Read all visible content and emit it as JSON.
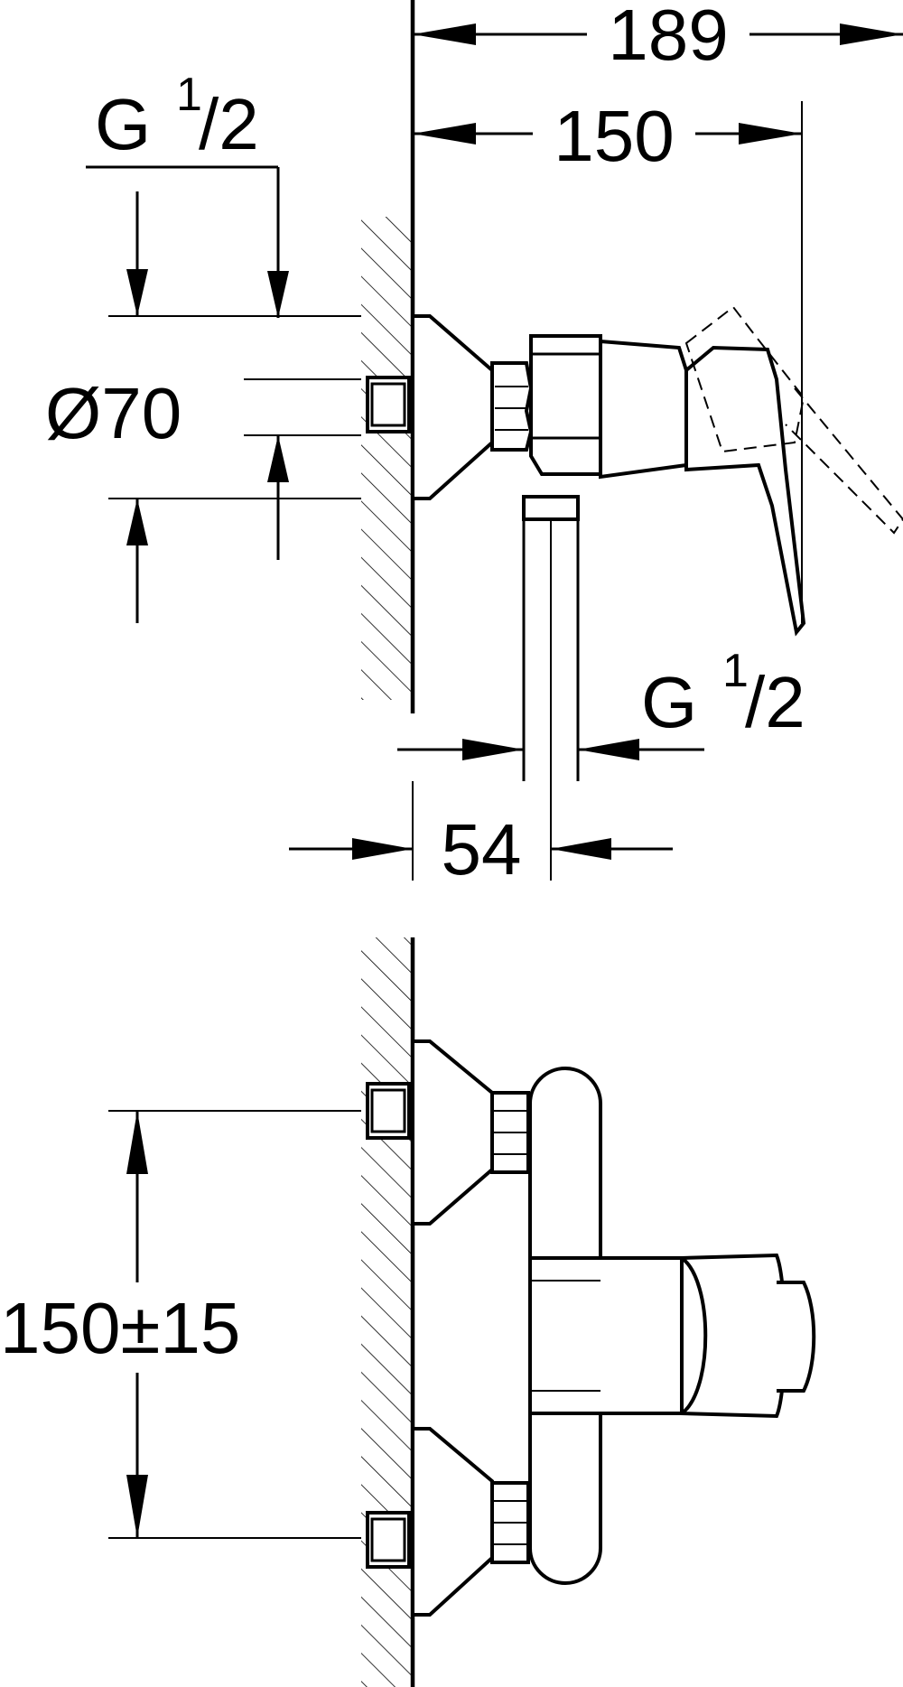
{
  "drawing": {
    "dimensions": {
      "overall_depth": "189",
      "body_depth": "150",
      "wall_to_outlet": "54",
      "inlet_spacing": "150±15",
      "flange_diameter": "Ø70"
    },
    "threads": {
      "inlet": {
        "prefix": "G",
        "numerator": "1",
        "denominator": "/2"
      },
      "outlet": {
        "prefix": "G",
        "numerator": "1",
        "denominator": "/2"
      }
    },
    "colors": {
      "line": "#000000",
      "background": "#ffffff"
    }
  }
}
